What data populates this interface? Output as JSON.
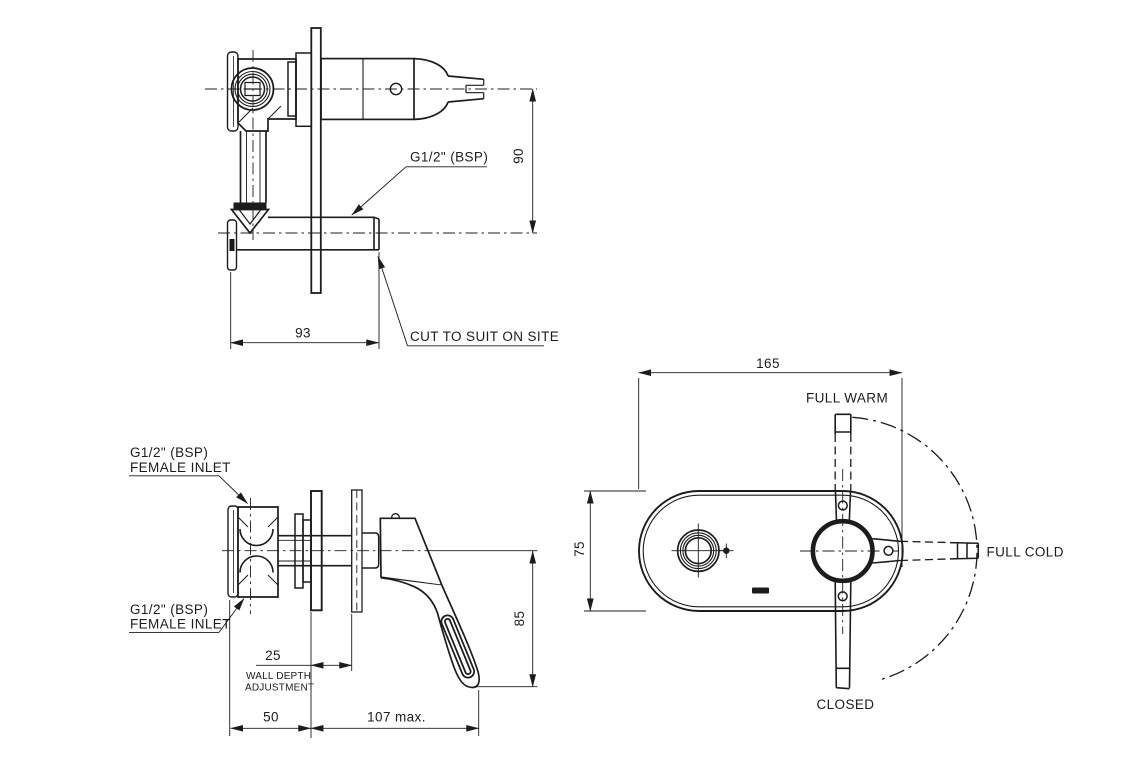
{
  "drawing": {
    "type": "technical-dimension-drawing",
    "subject": "wall-mounted mixer tap",
    "colors": {
      "line": "#1c1c1c",
      "background": "#ffffff"
    },
    "icons": {
      "brand_mark": "manufacturer-logo"
    },
    "views": {
      "rough_in_side": {
        "labels": {
          "thread": "G1/2\" (BSP)",
          "cut_note": "CUT TO SUIT ON SITE"
        },
        "dimensions": {
          "width": "93",
          "height": "90"
        }
      },
      "trim_side": {
        "labels": {
          "inlet_line1": "G1/2\" (BSP)",
          "inlet_line2": "FEMALE INLET",
          "wall_depth_value": "25",
          "wall_depth_note_line1": "WALL DEPTH",
          "wall_depth_note_line2": "ADJUSTMENT"
        },
        "dimensions": {
          "plate_offset": "50",
          "handle_reach": "107 max.",
          "handle_drop": "85"
        }
      },
      "front": {
        "labels": {
          "full_warm": "FULL WARM",
          "full_cold": "FULL COLD",
          "closed": "CLOSED"
        },
        "dimensions": {
          "plate_width": "165",
          "plate_height": "75"
        }
      }
    }
  }
}
